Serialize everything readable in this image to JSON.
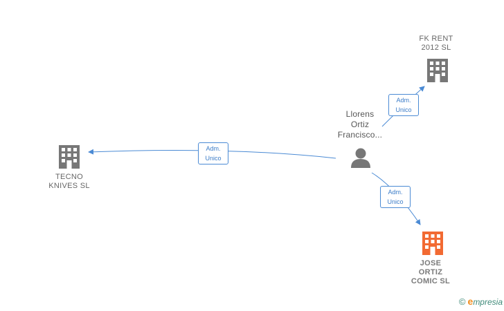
{
  "nodes": {
    "person": {
      "lines": [
        "Llorens",
        "Ortiz",
        "Francisco..."
      ]
    },
    "fk_rent": {
      "lines": [
        "FK RENT",
        "2012 SL"
      ]
    },
    "tecno": {
      "lines": [
        "TECNO",
        "KNIVES  SL"
      ]
    },
    "jose": {
      "lines": [
        "JOSE",
        "ORTIZ",
        "COMIC  SL"
      ]
    }
  },
  "edges": {
    "to_tecno": {
      "lines": [
        "Adm.",
        "Unico"
      ]
    },
    "to_fk_rent": {
      "lines": [
        "Adm.",
        "Unico"
      ]
    },
    "to_jose": {
      "lines": [
        "Adm.",
        "Unico"
      ]
    }
  },
  "colors": {
    "edge": "#4a8ad4",
    "building": "#777777",
    "building_highlight": "#f26a32",
    "person": "#777777"
  },
  "footer": {
    "copyright": "©",
    "brand_initial": "e",
    "brand_rest": "mpresia"
  }
}
